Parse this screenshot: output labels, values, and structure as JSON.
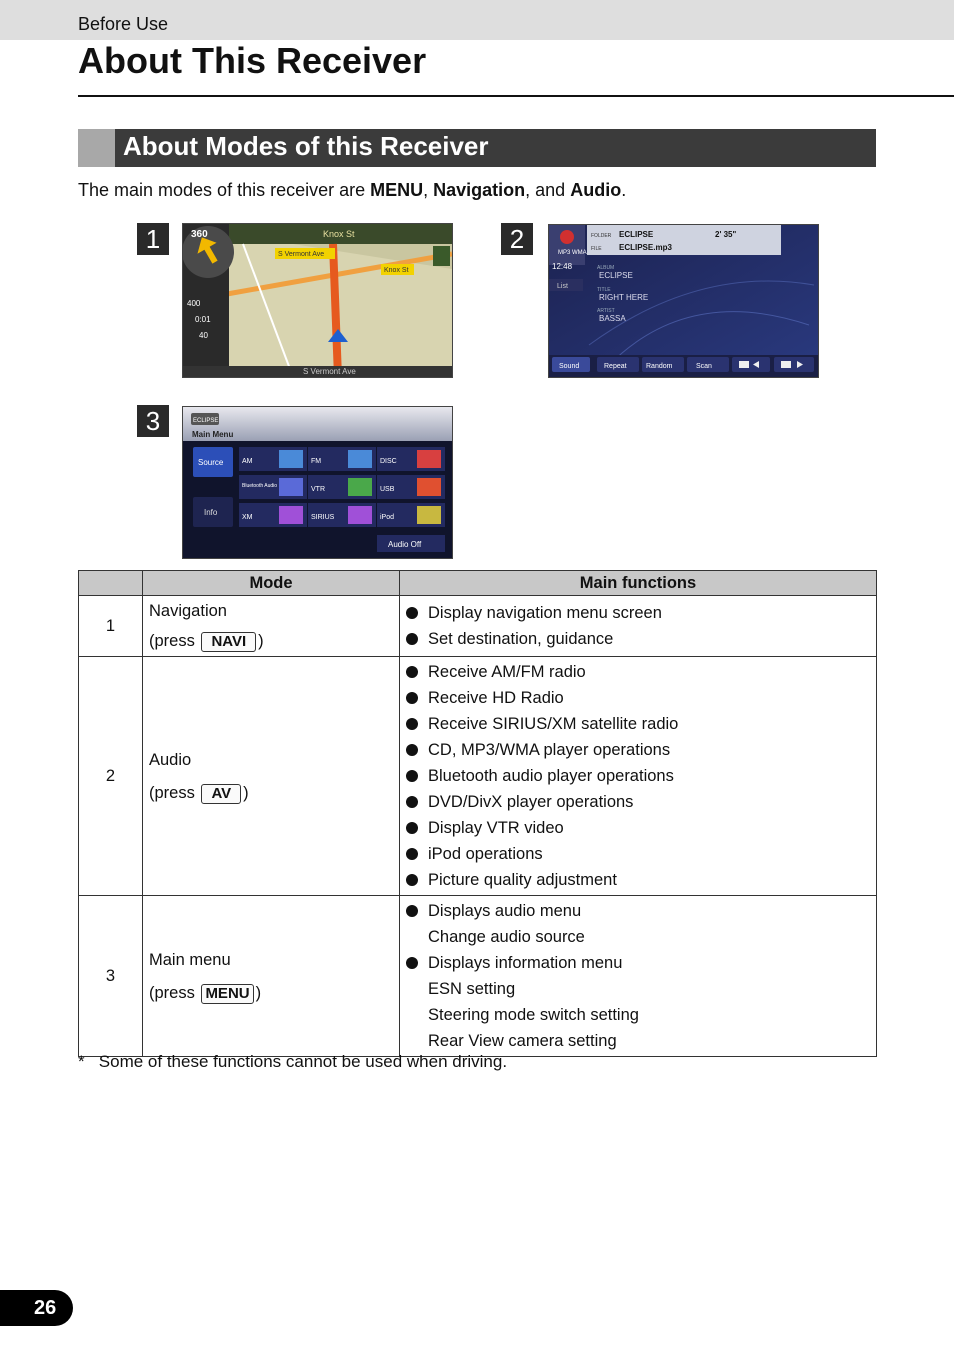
{
  "header": {
    "section": "Before Use",
    "title": "About This Receiver"
  },
  "subsection": {
    "title": "About Modes of this Receiver"
  },
  "intro": {
    "pre": "The main modes of this receiver are ",
    "b1": "MENU",
    "s1": ", ",
    "b2": "Navigation",
    "s2": ", and ",
    "b3": "Audio",
    "end": "."
  },
  "screenshots": [
    {
      "number": "1",
      "labels": {
        "heading": "360",
        "street_top": "Knox St",
        "sign1": "S Vermont Ave",
        "sign2": "Knox St",
        "dist": "400",
        "time": "0:01",
        "speed": "40",
        "street_bottom": "S Vermont Ave"
      }
    },
    {
      "number": "2",
      "labels": {
        "folder_tag": "FOLDER",
        "folder": "ECLIPSE",
        "file_tag": "FILE",
        "file": "ECLIPSE.mp3",
        "elapsed": "2' 35\"",
        "format": "MP3 WMA",
        "clock": "12:48",
        "list": "List",
        "album_tag": "ALBUM",
        "album": "ECLIPSE",
        "title_tag": "TITLE",
        "title": "RIGHT HERE",
        "artist_tag": "ARTIST",
        "artist": "BASSA",
        "buttons": [
          "Sound",
          "Repeat",
          "Random",
          "Scan"
        ]
      }
    },
    {
      "number": "3",
      "labels": {
        "logo": "ECLIPSE",
        "heading": "Main Menu",
        "source": "Source",
        "info": "Info",
        "items": [
          "AM",
          "FM",
          "DISC",
          "Bluetooth Audio",
          "VTR",
          "USB",
          "XM",
          "SIRIUS",
          "iPod"
        ],
        "audio_off": "Audio Off"
      }
    }
  ],
  "table": {
    "headers": {
      "mode": "Mode",
      "functions": "Main functions"
    },
    "rows": [
      {
        "num": "1",
        "mode": "Navigation",
        "press_open": "(press ",
        "key": "NAVI",
        "press_close": ")",
        "functions": [
          {
            "text": "Display navigation menu screen",
            "bullet": true
          },
          {
            "text": "Set destination, guidance",
            "bullet": true
          }
        ]
      },
      {
        "num": "2",
        "mode": "Audio",
        "press_open": "(press ",
        "key": "AV",
        "press_close": ")",
        "functions": [
          {
            "text": "Receive AM/FM radio",
            "bullet": true
          },
          {
            "text": "Receive HD Radio",
            "bullet": true
          },
          {
            "text": "Receive SIRIUS/XM satellite radio",
            "bullet": true
          },
          {
            "text": "CD, MP3/WMA player operations",
            "bullet": true
          },
          {
            "text": "Bluetooth audio player operations",
            "bullet": true
          },
          {
            "text": "DVD/DivX player operations",
            "bullet": true
          },
          {
            "text": "Display VTR video",
            "bullet": true
          },
          {
            "text": "iPod operations",
            "bullet": true
          },
          {
            "text": "Picture quality adjustment",
            "bullet": true
          }
        ]
      },
      {
        "num": "3",
        "mode": "Main menu",
        "press_open": "(press ",
        "key": "MENU",
        "press_close": ")",
        "functions": [
          {
            "text": "Displays audio menu",
            "bullet": true
          },
          {
            "text": "Change audio source",
            "bullet": false
          },
          {
            "text": "Displays information menu",
            "bullet": true
          },
          {
            "text": "ESN setting",
            "bullet": false
          },
          {
            "text": "Steering mode switch setting",
            "bullet": false
          },
          {
            "text": "Rear View camera setting",
            "bullet": false
          }
        ]
      }
    ]
  },
  "footnote": {
    "mark": "*",
    "text": "Some of these functions cannot be used when driving."
  },
  "page_number": "26"
}
